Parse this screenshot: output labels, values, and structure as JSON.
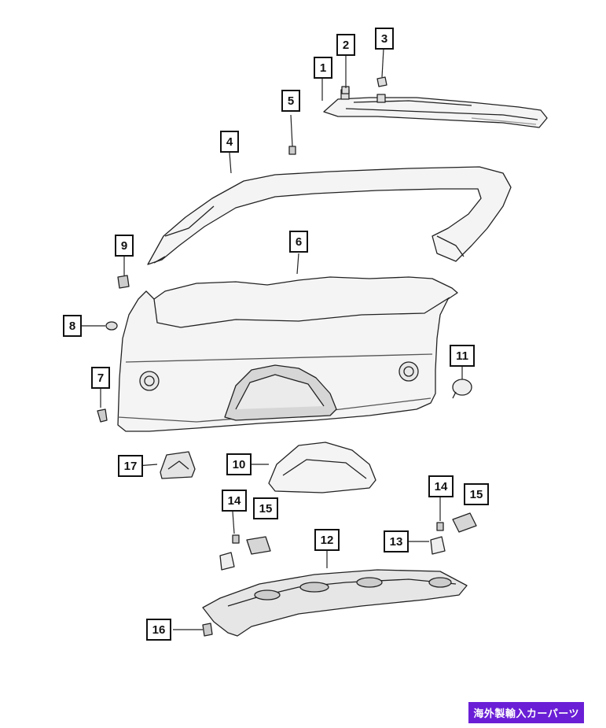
{
  "callouts": {
    "c1": "1",
    "c2": "2",
    "c3": "3",
    "c4": "4",
    "c5": "5",
    "c6": "6",
    "c7": "7",
    "c8": "8",
    "c9": "9",
    "c10": "10",
    "c11": "11",
    "c12": "12",
    "c13": "13",
    "c14a": "14",
    "c14b": "14",
    "c15a": "15",
    "c15b": "15",
    "c16": "16",
    "c17": "17"
  },
  "watermark": "海外製輸入カーパーツ",
  "colors": {
    "line": "#222222",
    "fill": "#f4f4f4",
    "shade": "#d6d6d6",
    "watermark_bg": "#6a1fd6"
  }
}
